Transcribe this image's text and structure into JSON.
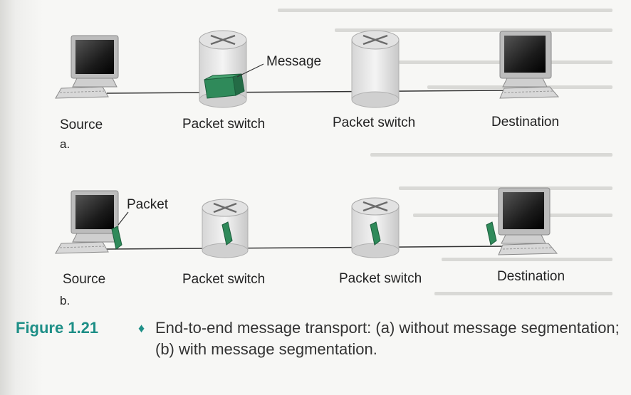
{
  "diagram": {
    "a": {
      "sublabel": "a.",
      "source": "Source",
      "switch1": "Packet switch",
      "switch2": "Packet switch",
      "destination": "Destination",
      "message_label": "Message"
    },
    "b": {
      "sublabel": "b.",
      "source": "Source",
      "switch1": "Packet switch",
      "switch2": "Packet switch",
      "destination": "Destination",
      "packet_label": "Packet"
    }
  },
  "caption": {
    "figure": "Figure 1.21",
    "bullet": "♦",
    "text": "End-to-end message transport: (a) without message segmentation; (b) with message segmentation."
  },
  "colors": {
    "accent": "#1e8f87",
    "packet": "#2f8a5a"
  },
  "icons": [
    "computer-icon",
    "router-icon",
    "message-block-icon",
    "packet-icon"
  ]
}
